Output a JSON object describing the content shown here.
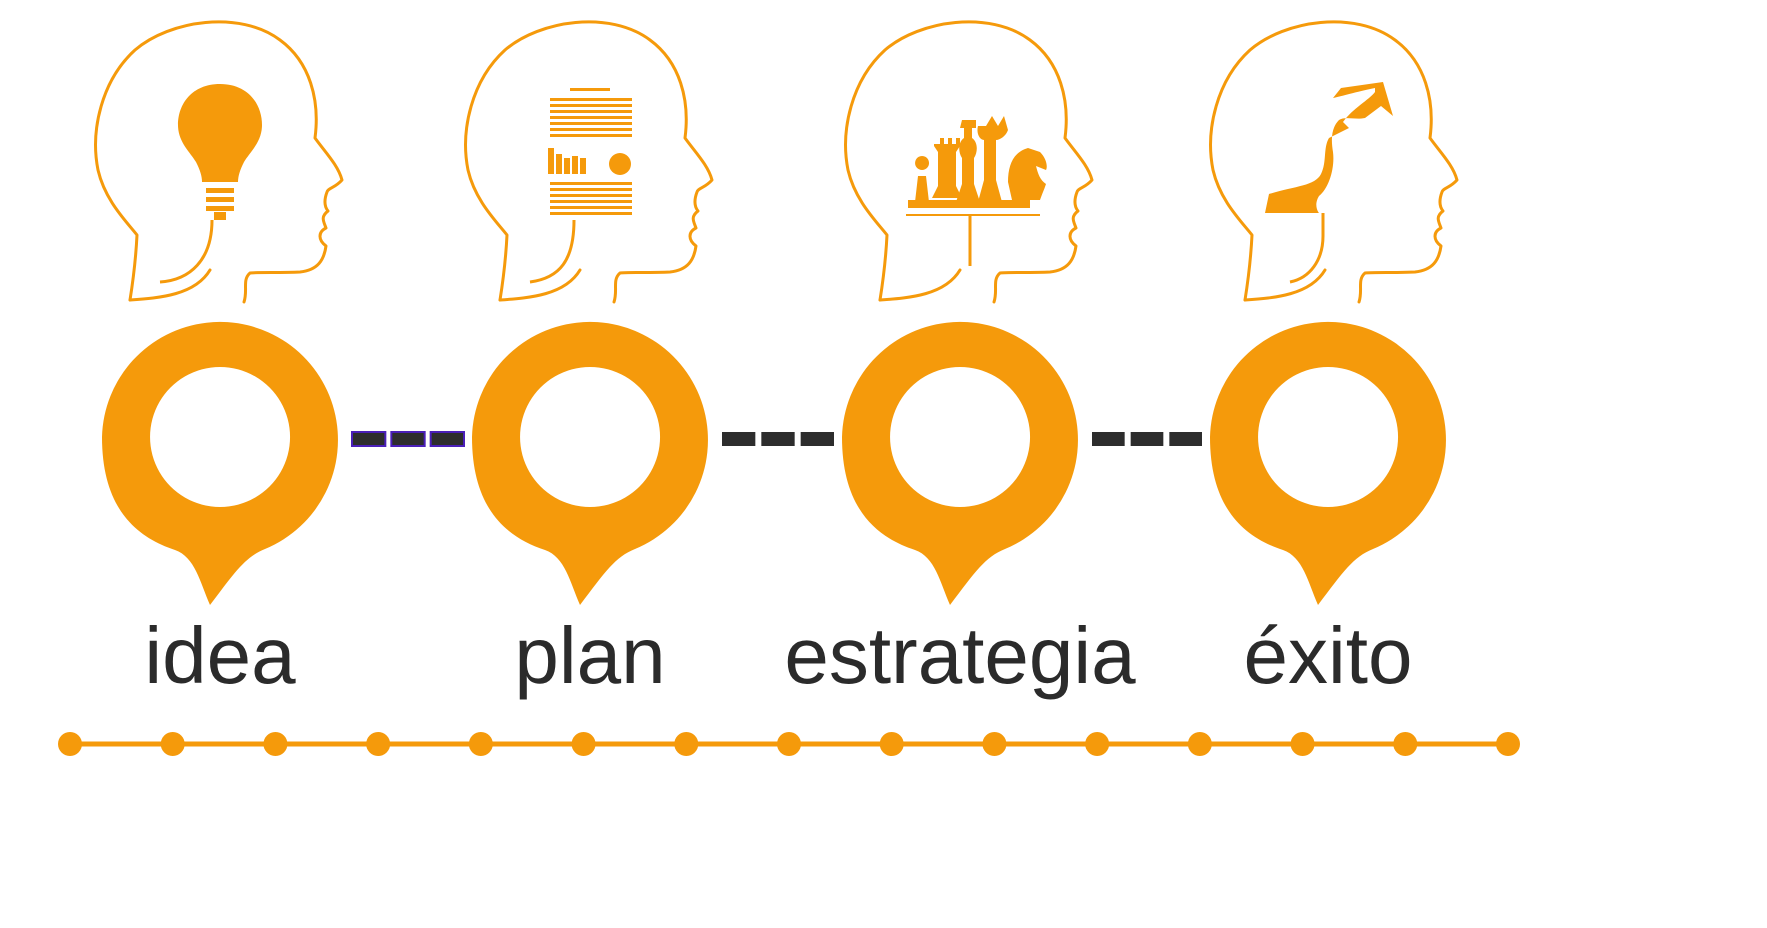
{
  "colors": {
    "accent": "#f59a0b",
    "text": "#2b2b2b",
    "connector": "#2d2d2d",
    "connector_edge": "#4a1fb8",
    "background": "#ffffff"
  },
  "steps": [
    {
      "label": "idea",
      "icon": "lightbulb-icon"
    },
    {
      "label": "plan",
      "icon": "document-icon"
    },
    {
      "label": "estrategia",
      "icon": "chess-icon"
    },
    {
      "label": "éxito",
      "icon": "arrow-up-icon"
    }
  ]
}
